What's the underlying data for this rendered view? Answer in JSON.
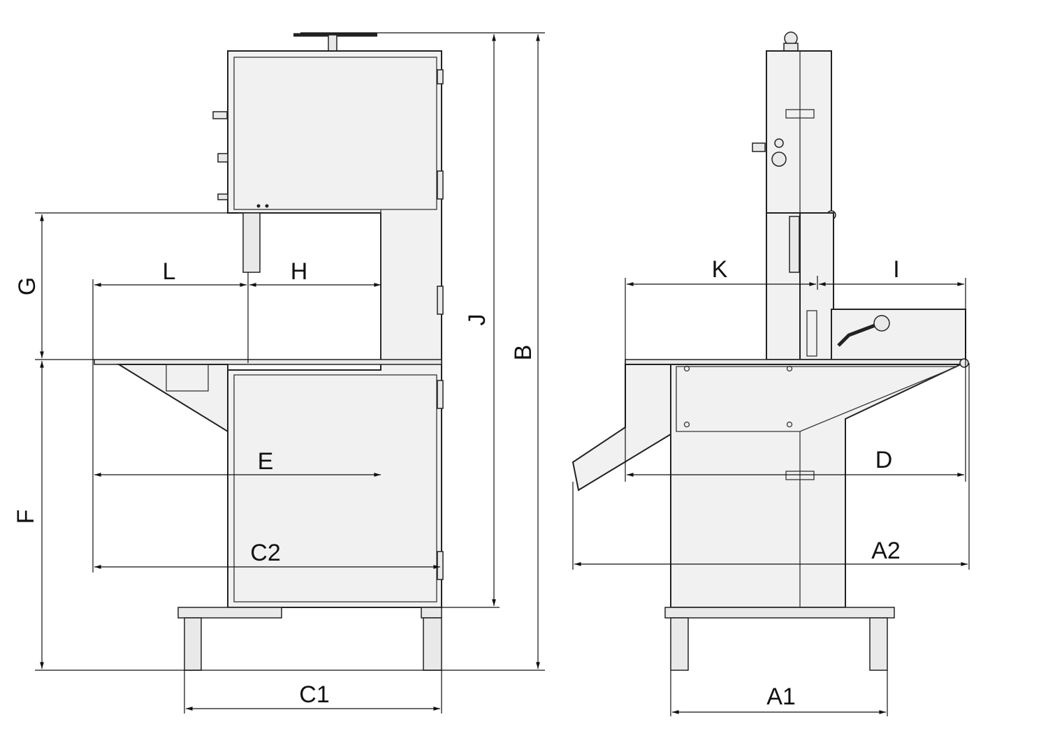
{
  "title": "Band saw overall dimensions",
  "colors": {
    "line": "#222222",
    "fill": "#f1f1f1"
  },
  "front_view": {
    "labels": {
      "G": "G",
      "L": "L",
      "H": "H",
      "J": "J",
      "B": "B",
      "E": "E",
      "F": "F",
      "C2": "C2",
      "C1": "C1"
    }
  },
  "side_view": {
    "labels": {
      "K": "K",
      "I": "I",
      "D": "D",
      "A2": "A2",
      "A1": "A1"
    }
  }
}
